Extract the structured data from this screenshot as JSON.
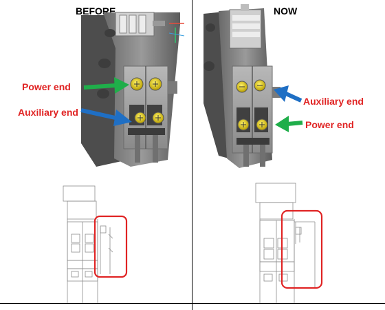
{
  "panels": {
    "before": {
      "title": "BEFORE",
      "labels": {
        "power": "Power end",
        "auxiliary": "Auxiliary end"
      }
    },
    "now": {
      "title": "NOW",
      "labels": {
        "auxiliary": "Auxiliary end",
        "power": "Power end"
      }
    }
  },
  "colors": {
    "label_text": "#e02424",
    "green_arrow": "#1fae4a",
    "blue_arrow": "#1f6fc4",
    "highlight_box": "#e02424",
    "terminal_screw": "#d8c400"
  }
}
